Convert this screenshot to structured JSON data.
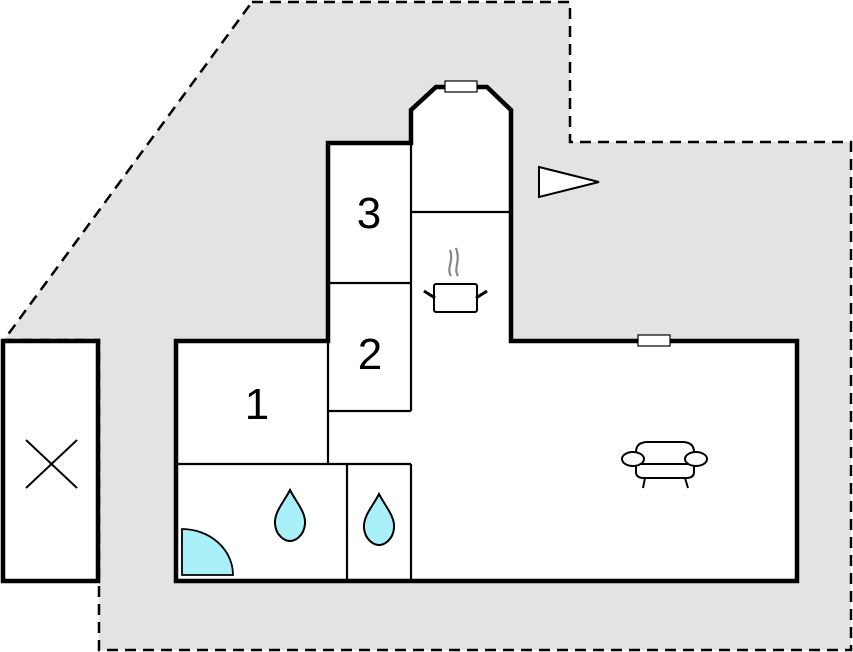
{
  "floorplan": {
    "rooms": [
      {
        "id": "bedroom-1",
        "label": "1"
      },
      {
        "id": "bedroom-2",
        "label": "2"
      },
      {
        "id": "bedroom-3",
        "label": "3"
      }
    ],
    "icons": [
      "kitchen-pot-icon",
      "sofa-icon",
      "bathroom-drop-icon",
      "shower-icon",
      "terrace-x-icon",
      "north-arrow-icon"
    ],
    "colors": {
      "terrain": "#e3e3e3",
      "wall": "#000000",
      "water": "#aaf0f8",
      "steam": "#888888"
    }
  }
}
